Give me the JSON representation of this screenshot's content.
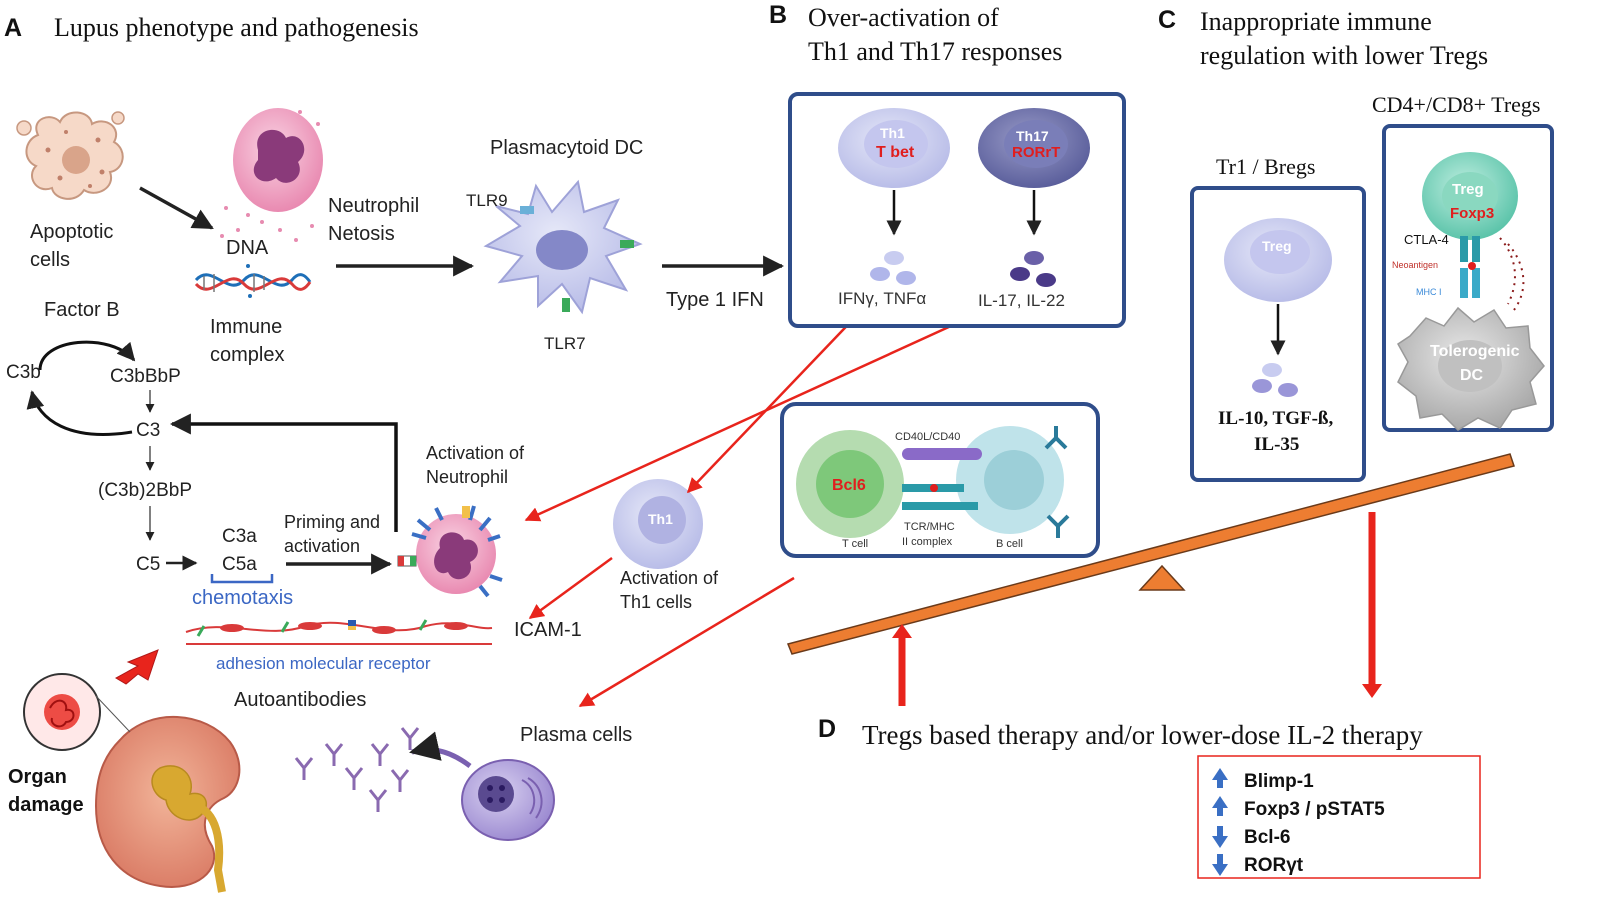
{
  "panels": {
    "A": {
      "letter": "A",
      "title": "Lupus phenotype and pathogenesis"
    },
    "B": {
      "letter": "B",
      "title_line1": "Over-activation of",
      "title_line2": "Th1 and Th17 responses"
    },
    "C": {
      "letter": "C",
      "title_line1": "Inappropriate immune",
      "title_line2": "regulation with lower Tregs"
    },
    "D": {
      "letter": "D",
      "title": "Tregs  based therapy and/or lower-dose  IL-2 therapy"
    }
  },
  "labels": {
    "apoptotic_1": "Apoptotic",
    "apoptotic_2": "cells",
    "dna": "DNA",
    "neutrophil_1": "Neutrophil",
    "neutrophil_2": "Netosis",
    "immune_1": "Immune",
    "immune_2": "complex",
    "pdc": "Plasmacytoid DC",
    "tlr9": "TLR9",
    "tlr7": "TLR7",
    "type1ifn": "Type 1 IFN",
    "factor_b": "Factor B",
    "c3b": "C3b",
    "c3bbbp": "C3bBbP",
    "c3": "C3",
    "c3b2bbp": "(C3b)2BbP",
    "c5": "C5",
    "c3a": "C3a",
    "c5a": "C5a",
    "chemotaxis": "chemotaxis",
    "priming_1": "Priming  and",
    "priming_2": "activation",
    "act_neut_1": "Activation of",
    "act_neut_2": "Neutrophil",
    "icam": "ICAM-1",
    "adhesion": "adhesion molecular receptor",
    "autoantibodies": "Autoantibodies",
    "organ_1": "Organ",
    "organ_2": "damage",
    "plasma": "Plasma cells",
    "act_th1_1": "Activation of",
    "act_th1_2": "Th1 cells",
    "th1_cell": "Th1"
  },
  "box_b": {
    "th1": "Th1",
    "tbet": "T bet",
    "th17": "Th17",
    "rorrt": "RORrT",
    "ifng": "IFNγ, TNFα",
    "il17": "IL-17, IL-22"
  },
  "box_tb": {
    "cd40": "CD40L/CD40",
    "bcl6": "Bcl6",
    "tcr_1": "TCR/MHC",
    "tcr_2": "II complex",
    "tcell": "T cell",
    "bcell": "B cell"
  },
  "box_tr1": {
    "heading": "Tr1 / Bregs",
    "treg": "Treg",
    "cyt_1": "IL-10, TGF-ß,",
    "cyt_2": "IL-35"
  },
  "box_cd4": {
    "heading": "CD4+/CD8+ Tregs",
    "treg": "Treg",
    "foxp3": "Foxp3",
    "ctla4": "CTLA-4",
    "neoantigen": "Neoantigen",
    "mhc": "MHC I",
    "tolerogenic": "Tolerogenic",
    "dc": "DC"
  },
  "markers": [
    {
      "text": "Blimp-1",
      "direction": "up"
    },
    {
      "text": "Foxp3 / pSTAT5",
      "direction": "up"
    },
    {
      "text": "Bcl-6",
      "direction": "down"
    },
    {
      "text": "RORγt",
      "direction": "down"
    }
  ],
  "colors": {
    "box_border": "#2f4d8a",
    "arrow_red": "#e8241c",
    "seesaw": "#ed7d31",
    "chemotaxis": "#3b67c4",
    "red_text": "#e01e1e"
  }
}
